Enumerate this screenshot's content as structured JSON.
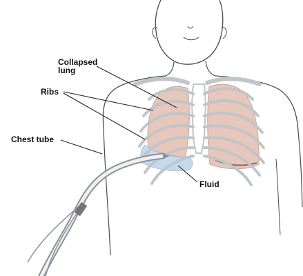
{
  "labels": {
    "collapsed_lung": "Collapsed\nlung",
    "ribs": "Ribs",
    "chest_tube": "Chest tube",
    "fluid": "Fluid"
  },
  "colors": {
    "lung_fill": "#e7c6bb",
    "fluid_fill": "#bcd6ea",
    "bone_outline": "#bfc5c9",
    "body_outline": "#4a4a4a",
    "leader_line": "#222222",
    "tube": "#8c9196"
  }
}
